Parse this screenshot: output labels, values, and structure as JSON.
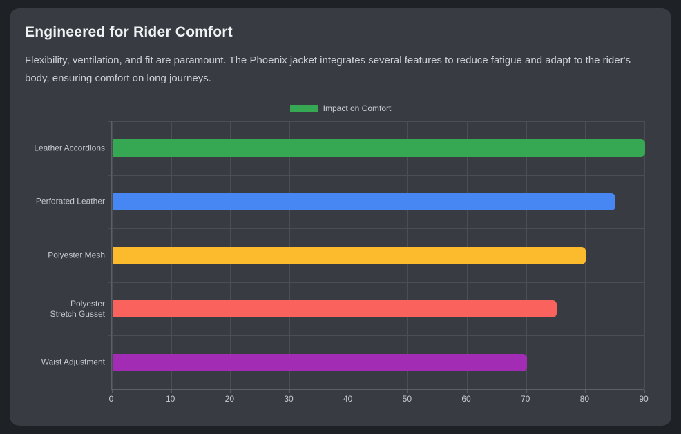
{
  "card": {
    "title": "Engineered for Rider Comfort",
    "subtitle": "Flexibility, ventilation, and fit are paramount. The Phoenix jacket integrates several features to reduce fatigue and adapt to the rider's body, ensuring comfort on long journeys."
  },
  "legend": {
    "label": "Impact on Comfort",
    "color": "#36a853",
    "position": "top"
  },
  "theme": {
    "page_background": "#1e2126",
    "card_background": "#383c42",
    "grid_color": "#4b4f55",
    "axis_color": "#5d6167",
    "text_color": "#ccd0d4"
  },
  "chart_data": {
    "type": "bar",
    "orientation": "horizontal",
    "title": "Engineered for Rider Comfort",
    "categories": [
      "Leather Accordions",
      "Perforated Leather",
      "Polyester Mesh",
      "Polyester Stretch Gusset",
      "Waist Adjustment"
    ],
    "category_label_lines": [
      [
        "Leather Accordions"
      ],
      [
        "Perforated Leather"
      ],
      [
        "Polyester Mesh"
      ],
      [
        "Polyester",
        "Stretch Gusset"
      ],
      [
        "Waist Adjustment"
      ]
    ],
    "series": [
      {
        "name": "Impact on Comfort",
        "values": [
          90,
          85,
          80,
          75,
          70
        ]
      }
    ],
    "bar_colors": [
      "#36a853",
      "#4687f4",
      "#fbbb2c",
      "#fa635d",
      "#a32cb5"
    ],
    "xlabel": "",
    "ylabel": "",
    "xlim": [
      0,
      90
    ],
    "x_ticks": [
      0,
      10,
      20,
      30,
      40,
      50,
      60,
      70,
      80,
      90
    ],
    "grid": true,
    "legend_position": "top"
  }
}
